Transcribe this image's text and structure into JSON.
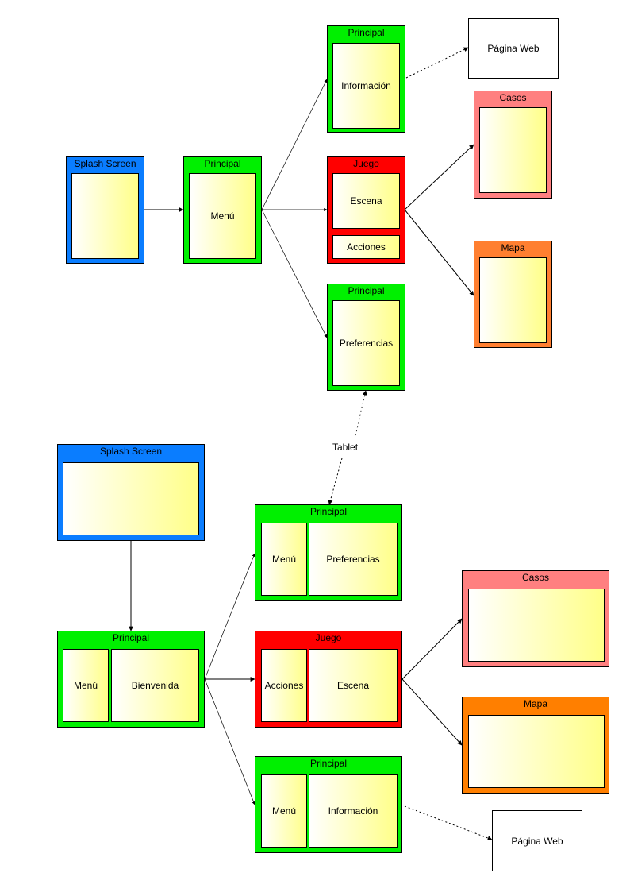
{
  "colors": {
    "splash": "#0a7dff",
    "principal": "#00f000",
    "juego": "#ff0000",
    "casos": "#ff8080",
    "mapa": "#ff7f00",
    "panel_start": "#ffffff",
    "panel_end": "#ffff88"
  },
  "phone": {
    "splash": {
      "title": "Splash Screen"
    },
    "menu_screen": {
      "title": "Principal",
      "panel": "Menú"
    },
    "info_screen": {
      "title": "Principal",
      "panel": "Información"
    },
    "web_page": {
      "label": "Página Web"
    },
    "juego_screen": {
      "title": "Juego",
      "panel_escena": "Escena",
      "panel_acciones": "Acciones"
    },
    "casos": {
      "title": "Casos"
    },
    "mapa": {
      "title": "Mapa"
    },
    "prefs_screen": {
      "title": "Principal",
      "panel": "Preferencias"
    }
  },
  "tablet_link_label": "Tablet",
  "tablet": {
    "splash": {
      "title": "Splash Screen"
    },
    "prefs_screen": {
      "title": "Principal",
      "panel_menu": "Menú",
      "panel_main": "Preferencias"
    },
    "welcome_screen": {
      "title": "Principal",
      "panel_menu": "Menú",
      "panel_main": "Bienvenida"
    },
    "juego_screen": {
      "title": "Juego",
      "panel_acciones": "Acciones",
      "panel_escena": "Escena"
    },
    "casos": {
      "title": "Casos"
    },
    "mapa": {
      "title": "Mapa"
    },
    "info_screen": {
      "title": "Principal",
      "panel_menu": "Menú",
      "panel_main": "Información"
    },
    "web_page": {
      "label": "Página Web"
    }
  }
}
